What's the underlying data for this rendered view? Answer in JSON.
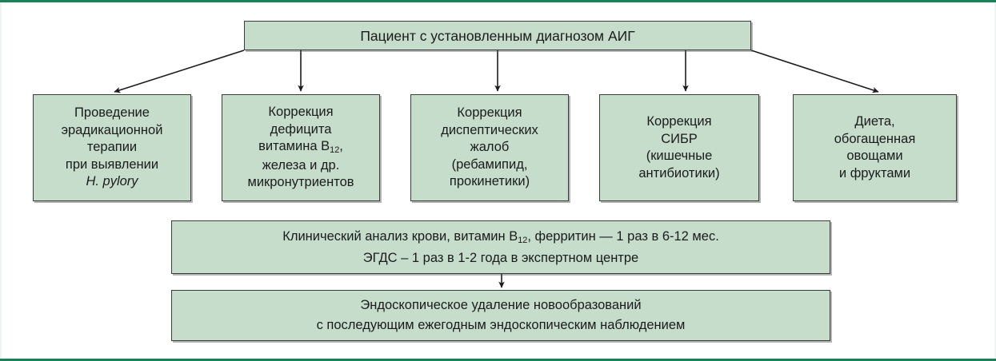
{
  "figure": {
    "title_box": {
      "label": "Пациент с установленным диагнозом АИГ"
    },
    "colors": {
      "node_fill": "#c6ddcc",
      "node_border": "#3b3b3b",
      "frame_rule": "#17815a",
      "text": "#1b1b1b",
      "arrow": "#1b1b1b"
    },
    "branches": [
      {
        "name": "eradication-therapy",
        "lines": [
          "Проведение",
          "эрадикационной",
          "терапии",
          "при выявлении",
          "H. pylory"
        ],
        "italic_last_line": true
      },
      {
        "name": "micronutrient-deficiency",
        "lines": [
          "Коррекция",
          "дефицита",
          "витамина B12,",
          "железа и др.",
          "микронутриентов"
        ],
        "subscript_token": "12"
      },
      {
        "name": "dyspeptic-complaints",
        "lines": [
          "Коррекция",
          "диспептических",
          "жалоб",
          "(ребамипид,",
          "прокинетики)"
        ]
      },
      {
        "name": "sibo-correction",
        "lines": [
          "Коррекция",
          "СИБР",
          "(кишечные",
          "антибиотики)"
        ]
      },
      {
        "name": "diet",
        "lines": [
          "Диета,",
          "обогащенная",
          "овощами",
          "и фруктами"
        ]
      }
    ],
    "followup_box": {
      "name": "follow-up-monitoring",
      "lines": [
        "Клинический анализ крови, витамин B12, ферритин — 1 раз в 6-12 мес.",
        "ЭГДС – 1 раз в 1-2 года в экспертном центре"
      ]
    },
    "endoscopy_box": {
      "name": "endoscopic-removal",
      "lines": [
        "Эндоскопическое удаление новообразований",
        "с последующим ежегодным эндоскопическим наблюдением"
      ]
    },
    "edges": [
      {
        "name": "edge-top-to-eradication",
        "type": "diagonal-left"
      },
      {
        "name": "edge-top-to-micronutrient",
        "type": "vertical"
      },
      {
        "name": "edge-top-to-dyspeptic",
        "type": "vertical"
      },
      {
        "name": "edge-top-to-sibo",
        "type": "vertical"
      },
      {
        "name": "edge-top-to-diet",
        "type": "diagonal-right"
      },
      {
        "name": "edge-followup-to-endoscopy",
        "type": "vertical"
      }
    ]
  }
}
